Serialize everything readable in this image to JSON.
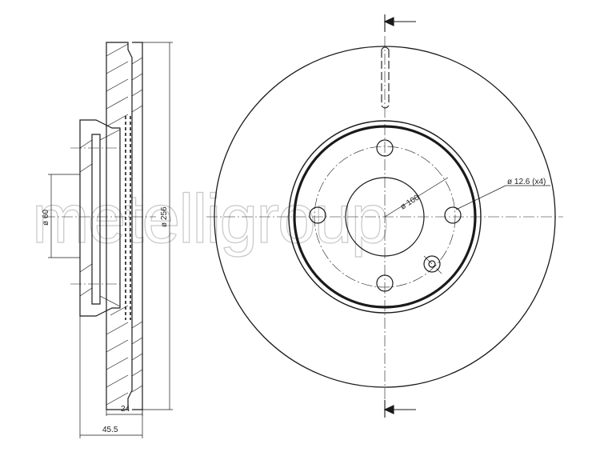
{
  "watermark": {
    "text": "metelligroup"
  },
  "side_view": {
    "dim_diameter_60": "ø 60",
    "dim_diameter_256": "ø 256",
    "dim_thickness": "24",
    "dim_height": "45.5"
  },
  "front_view": {
    "dim_pcd": "ø 100",
    "dim_bolt_holes": "ø 12.6 (x4)"
  },
  "colors": {
    "line": "#1a1a1a",
    "watermark": "#c8c8c8"
  }
}
